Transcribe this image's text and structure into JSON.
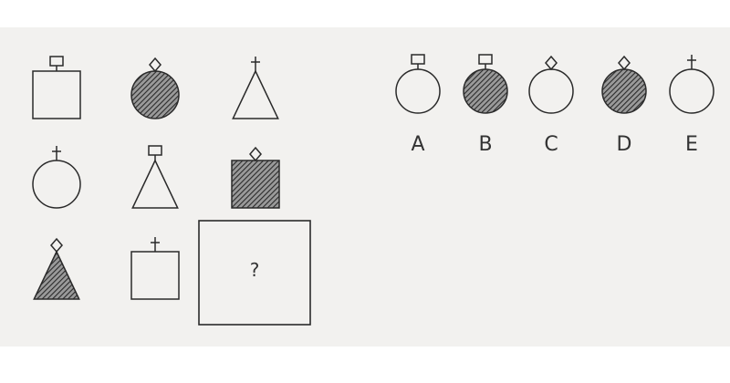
{
  "colors": {
    "paper": "#f2f1ef",
    "ink": "#2a2a2a",
    "hatch_fill": "#4a4a4a"
  },
  "matrix": {
    "cells": [
      {
        "shape": "square",
        "fill": "white",
        "cap": "flag"
      },
      {
        "shape": "circle",
        "fill": "hatched",
        "cap": "diamond"
      },
      {
        "shape": "triangle",
        "fill": "white",
        "cap": "cross"
      },
      {
        "shape": "circle",
        "fill": "white",
        "cap": "cross"
      },
      {
        "shape": "triangle",
        "fill": "white",
        "cap": "flag"
      },
      {
        "shape": "square",
        "fill": "hatched",
        "cap": "diamond"
      },
      {
        "shape": "triangle",
        "fill": "hatched",
        "cap": "diamond"
      },
      {
        "shape": "square",
        "fill": "white",
        "cap": "cross"
      }
    ],
    "question_mark": "?"
  },
  "options": [
    {
      "label": "A",
      "shape": "circle",
      "fill": "white",
      "cap": "flag"
    },
    {
      "label": "B",
      "shape": "circle",
      "fill": "hatched",
      "cap": "flag"
    },
    {
      "label": "C",
      "shape": "circle",
      "fill": "white",
      "cap": "diamond"
    },
    {
      "label": "D",
      "shape": "circle",
      "fill": "hatched",
      "cap": "diamond"
    },
    {
      "label": "E",
      "shape": "circle",
      "fill": "white",
      "cap": "cross"
    }
  ]
}
